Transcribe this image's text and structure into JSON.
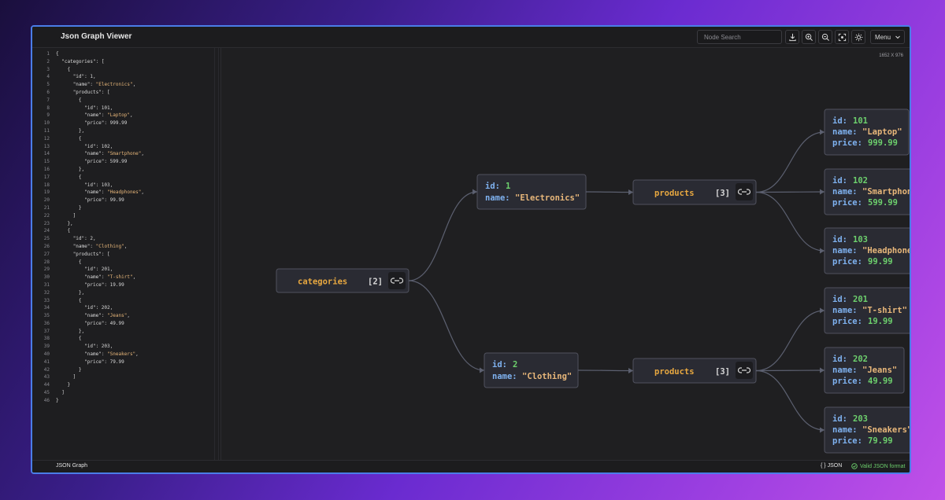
{
  "app": {
    "title": "Json Graph Viewer"
  },
  "toolbar": {
    "search_placeholder": "Node Search",
    "menu_label": "Menu",
    "icons": [
      "download-icon",
      "zoom-in-icon",
      "zoom-out-icon",
      "focus-icon",
      "theme-icon"
    ]
  },
  "editor": {
    "lines": [
      "{",
      "  \"categories\": [",
      "    {",
      "      \"id\": 1,",
      "      \"name\": \"Electronics\",",
      "      \"products\": [",
      "        {",
      "          \"id\": 101,",
      "          \"name\": \"Laptop\",",
      "          \"price\": 999.99",
      "        },",
      "        {",
      "          \"id\": 102,",
      "          \"name\": \"Smartphone\",",
      "          \"price\": 599.99",
      "        },",
      "        {",
      "          \"id\": 103,",
      "          \"name\": \"Headphones\",",
      "          \"price\": 99.99",
      "        }",
      "      ]",
      "    },",
      "    {",
      "      \"id\": 2,",
      "      \"name\": \"Clothing\",",
      "      \"products\": [",
      "        {",
      "          \"id\": 201,",
      "          \"name\": \"T-shirt\",",
      "          \"price\": 19.99",
      "        },",
      "        {",
      "          \"id\": 202,",
      "          \"name\": \"Jeans\",",
      "          \"price\": 49.99",
      "        },",
      "        {",
      "          \"id\": 203,",
      "          \"name\": \"Sneakers\",",
      "          \"price\": 79.99",
      "        }",
      "      ]",
      "    }",
      "  ]",
      "}"
    ]
  },
  "canvas": {
    "dimensions": "1652 X 976"
  },
  "graph": {
    "root": {
      "label": "categories",
      "count": "[2]"
    },
    "categories": [
      {
        "id": "1",
        "name": "\"Electronics\"",
        "products_label": "products",
        "products_count": "[3]",
        "products": [
          {
            "id": "101",
            "name": "\"Laptop\"",
            "price": "999.99"
          },
          {
            "id": "102",
            "name": "\"Smartphone\"",
            "price": "599.99"
          },
          {
            "id": "103",
            "name": "\"Headphones\"",
            "price": "99.99"
          }
        ]
      },
      {
        "id": "2",
        "name": "\"Clothing\"",
        "products_label": "products",
        "products_count": "[3]",
        "products": [
          {
            "id": "201",
            "name": "\"T-shirt\"",
            "price": "19.99"
          },
          {
            "id": "202",
            "name": "\"Jeans\"",
            "price": "49.99"
          },
          {
            "id": "203",
            "name": "\"Sneakers\"",
            "price": "79.99"
          }
        ]
      }
    ],
    "keys": {
      "id": "id:",
      "name": "name:",
      "price": "price:"
    }
  },
  "status": {
    "left": "JSON Graph",
    "format": "JSON",
    "valid": "Valid JSON format"
  },
  "colors": {
    "accent": "#4a7de8",
    "key": "#7fb2f0",
    "string": "#e8b77a",
    "number": "#6dd06d",
    "label": "#e8a840"
  }
}
